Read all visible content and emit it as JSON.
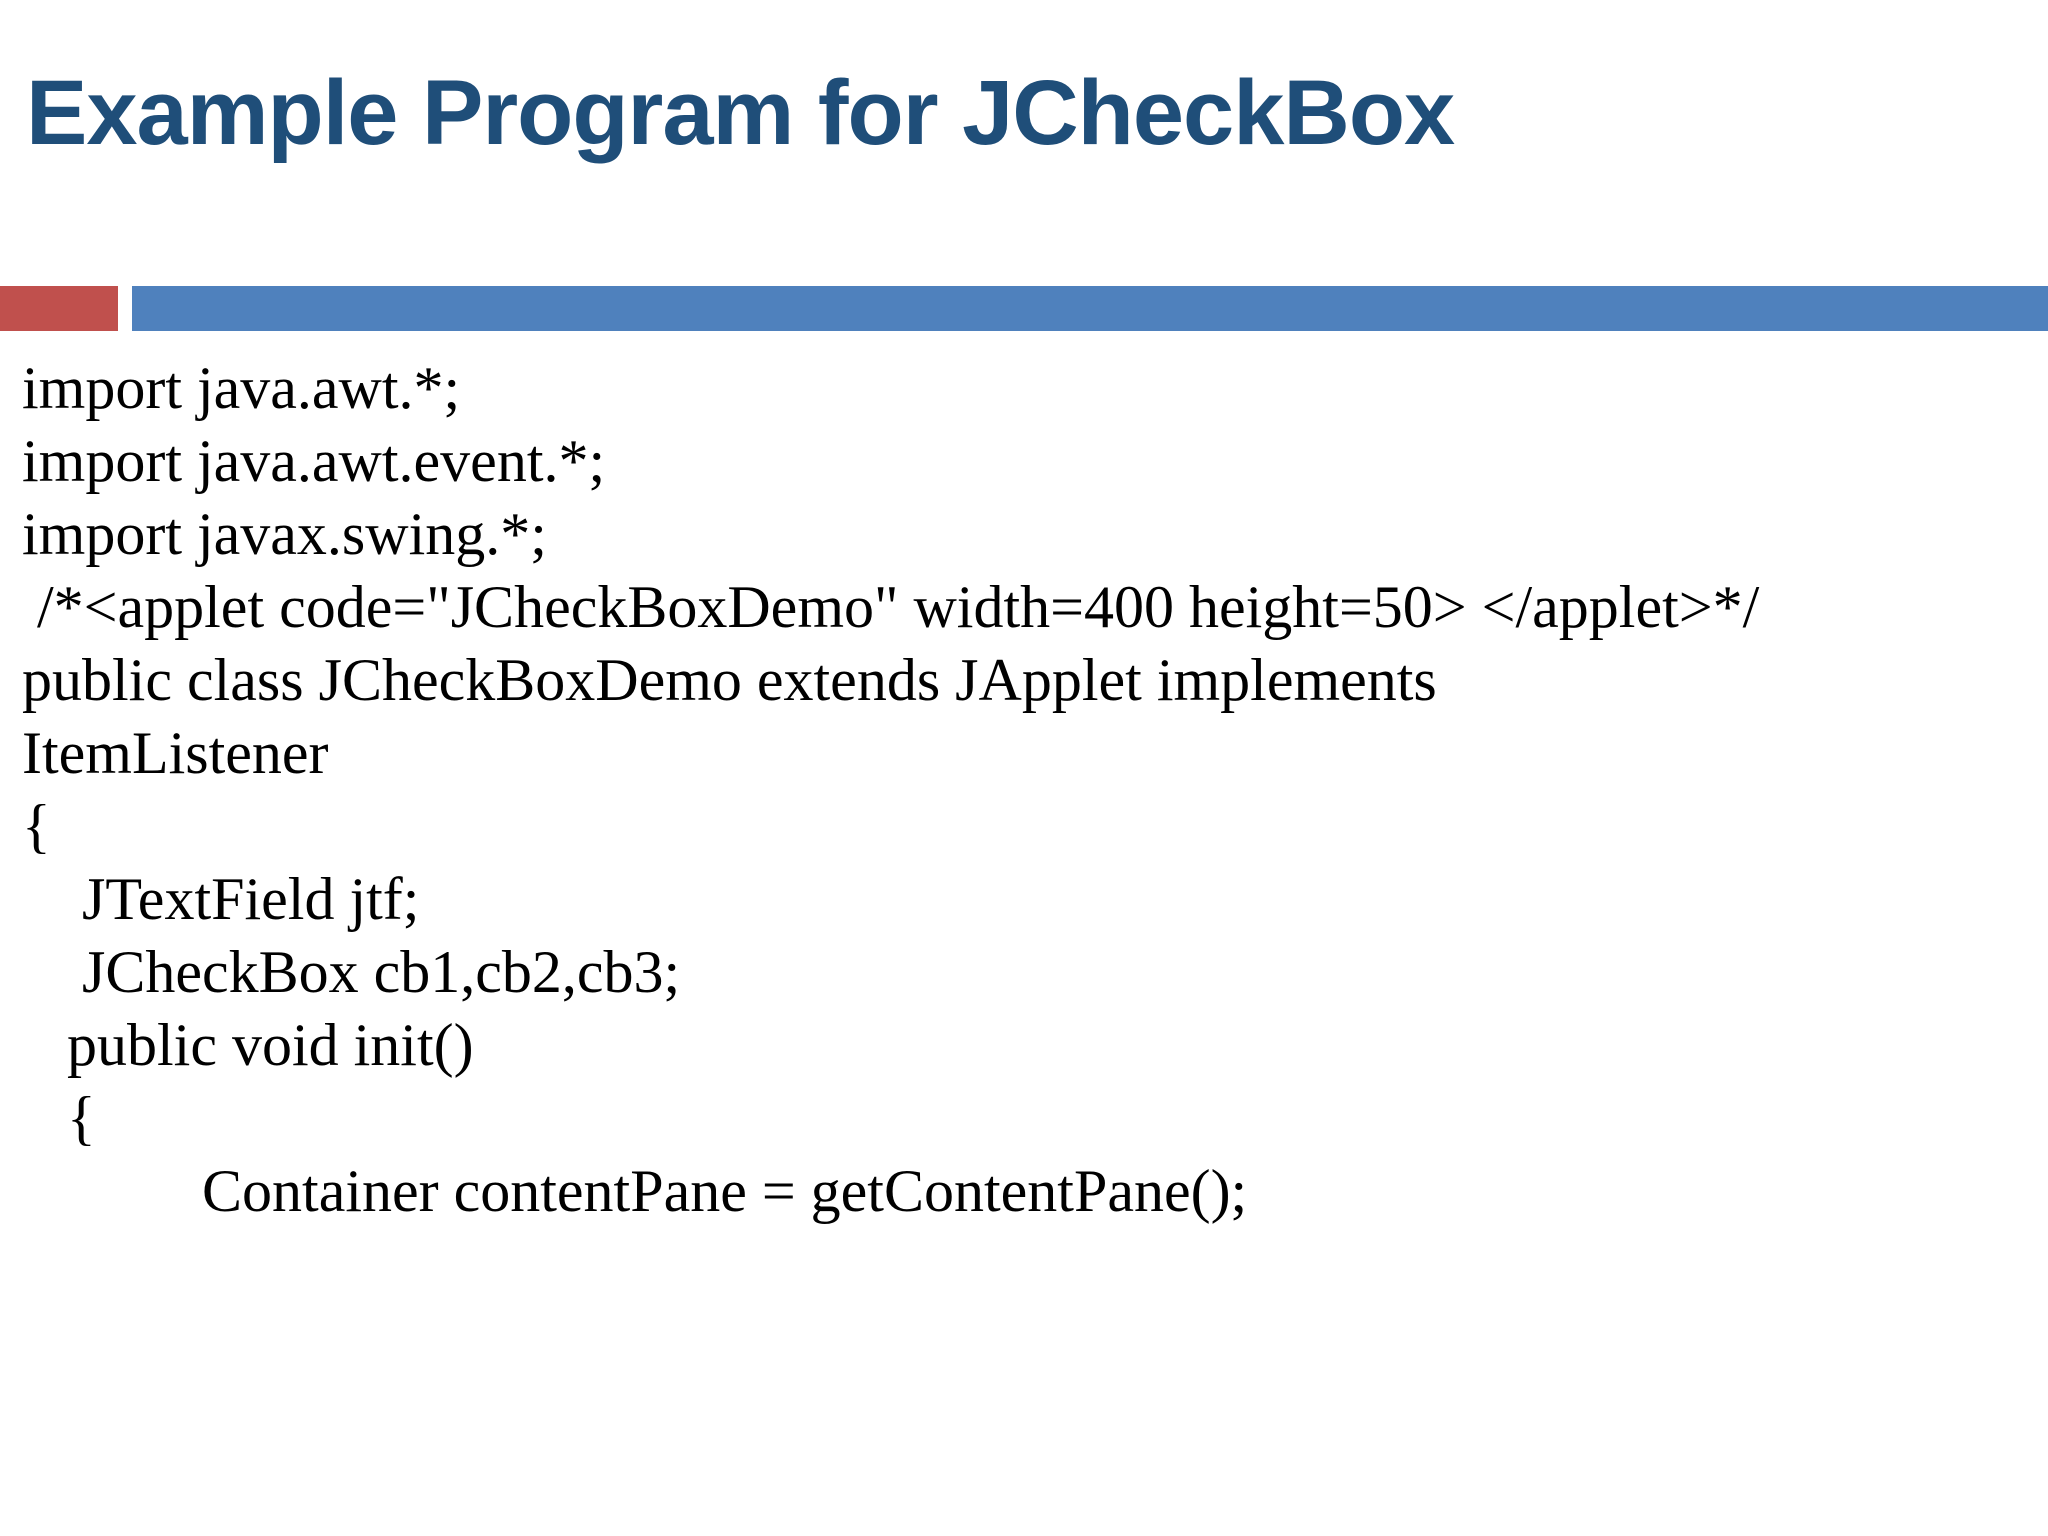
{
  "slide": {
    "title": "Example Program for JCheckBox",
    "title_color": "#1F4E79",
    "background_color": "#FFFFFF",
    "text_color": "#000000"
  },
  "divider": {
    "accent_color": "#C0504D",
    "main_color": "#4F81BD"
  },
  "code": {
    "language": "java",
    "lines": [
      "import java.awt.*;",
      "import java.awt.event.*;",
      "import javax.swing.*;",
      " /*<applet code=\"JCheckBoxDemo\" width=400 height=50> </applet>*/",
      "public class JCheckBoxDemo extends JApplet implements",
      "ItemListener",
      "{",
      "    JTextField jtf;",
      "    JCheckBox cb1,cb2,cb3;",
      "   public void init()",
      "   {",
      "            Container contentPane = getContentPane();"
    ]
  }
}
